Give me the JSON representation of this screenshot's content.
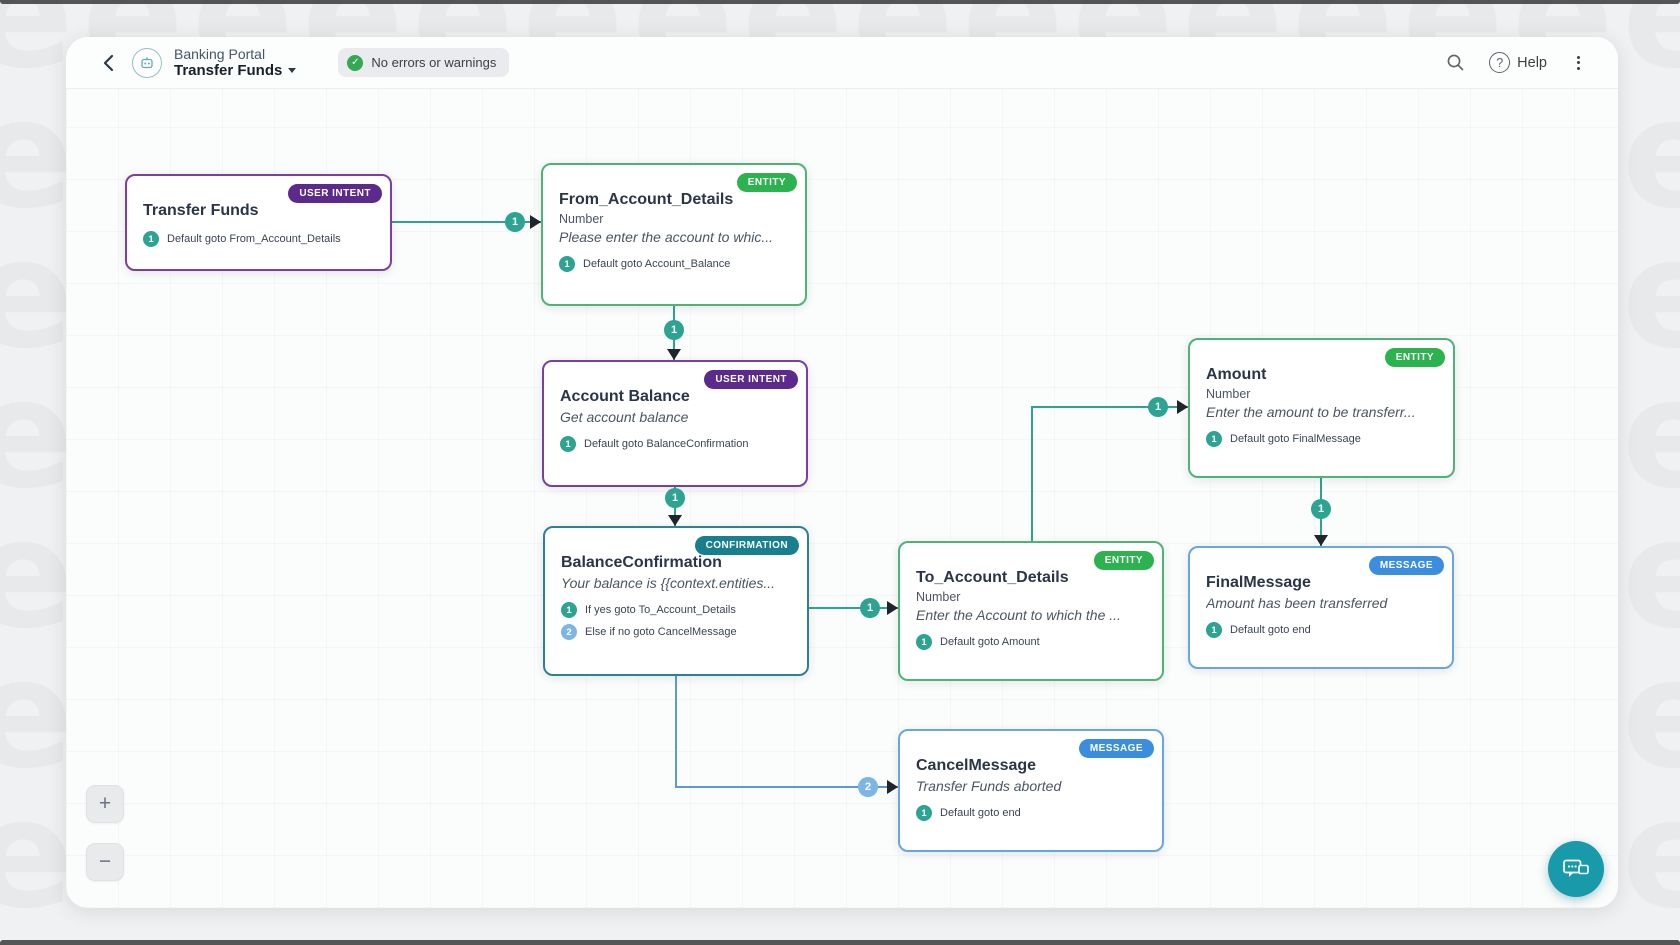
{
  "header": {
    "app_title": "Banking Portal",
    "flow_title": "Transfer Funds",
    "status": "No errors or warnings",
    "help_label": "Help"
  },
  "nodes": [
    {
      "id": "transfer_funds",
      "type_badge": "USER INTENT",
      "title": "Transfer Funds",
      "rows": [
        {
          "num": "1",
          "text": "Default goto From_Account_Details"
        }
      ]
    },
    {
      "id": "from_account_details",
      "type_badge": "ENTITY",
      "title": "From_Account_Details",
      "subtitle": "Number",
      "prompt": "Please enter the account to whic...",
      "rows": [
        {
          "num": "1",
          "text": "Default goto Account_Balance"
        }
      ]
    },
    {
      "id": "account_balance",
      "type_badge": "USER INTENT",
      "title": "Account Balance",
      "prompt": "Get account balance",
      "rows": [
        {
          "num": "1",
          "text": "Default goto BalanceConfirmation"
        }
      ]
    },
    {
      "id": "balance_confirmation",
      "type_badge": "CONFIRMATION",
      "title": "BalanceConfirmation",
      "prompt": "Your balance is {{context.entities...",
      "rows": [
        {
          "num": "1",
          "text": "If yes goto To_Account_Details"
        },
        {
          "num": "2",
          "text": "Else if no goto CancelMessage"
        }
      ]
    },
    {
      "id": "to_account_details",
      "type_badge": "ENTITY",
      "title": "To_Account_Details",
      "subtitle": "Number",
      "prompt": "Enter the Account to which the ...",
      "rows": [
        {
          "num": "1",
          "text": "Default goto Amount"
        }
      ]
    },
    {
      "id": "amount",
      "type_badge": "ENTITY",
      "title": "Amount",
      "subtitle": "Number",
      "prompt": "Enter the amount to be transferr...",
      "rows": [
        {
          "num": "1",
          "text": "Default goto FinalMessage"
        }
      ]
    },
    {
      "id": "final_message",
      "type_badge": "MESSAGE",
      "title": "FinalMessage",
      "prompt": "Amount has been transferred",
      "rows": [
        {
          "num": "1",
          "text": "Default goto end"
        }
      ]
    },
    {
      "id": "cancel_message",
      "type_badge": "MESSAGE",
      "title": "CancelMessage",
      "prompt": "Transfer Funds aborted",
      "rows": [
        {
          "num": "1",
          "text": "Default goto end"
        }
      ]
    }
  ],
  "connectors": [
    {
      "from": "transfer_funds",
      "to": "from_account_details",
      "label": "1"
    },
    {
      "from": "from_account_details",
      "to": "account_balance",
      "label": "1"
    },
    {
      "from": "account_balance",
      "to": "balance_confirmation",
      "label": "1"
    },
    {
      "from": "balance_confirmation",
      "to": "to_account_details",
      "label": "1"
    },
    {
      "from": "to_account_details",
      "to": "amount",
      "label": "1"
    },
    {
      "from": "amount",
      "to": "final_message",
      "label": "1"
    },
    {
      "from": "balance_confirmation",
      "to": "cancel_message",
      "label": "2"
    }
  ],
  "controls": {
    "zoom_in": "+",
    "zoom_out": "−"
  },
  "colors": {
    "user_intent_badge": "#5b2a8c",
    "entity_badge": "#2cb34f",
    "confirmation_badge": "#187f8e",
    "message_badge": "#3b8ede",
    "connector_teal": "#2da392",
    "connector_blue": "#5b9bd5",
    "status_green": "#34a853",
    "fab_teal": "#189aab"
  }
}
